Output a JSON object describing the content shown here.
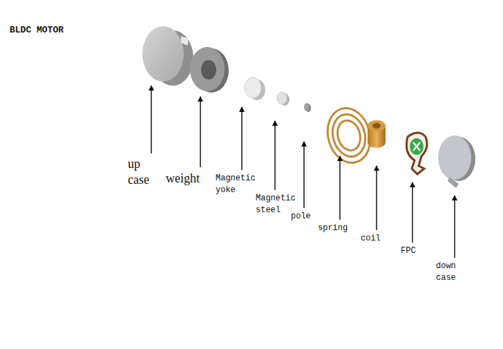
{
  "diagram": {
    "title": "BLDC MOTOR",
    "labels": [
      "up case",
      "weight",
      "Magnetic yoke",
      "Magnetic steel",
      "pole",
      "spring",
      "coil",
      "FPC",
      "down case"
    ]
  }
}
